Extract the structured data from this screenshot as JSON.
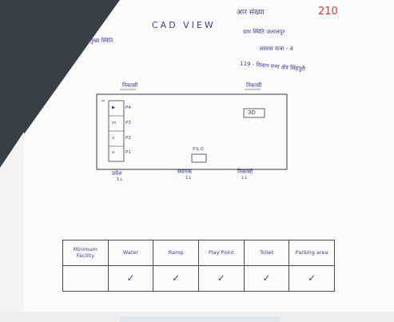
{
  "header": {
    "title": "CAD VIEW",
    "number": "210",
    "line_top_right": "आर संख्या",
    "line_left": "मुख्य स्थिति",
    "line_r1": "ग्राम स्थिति जलालपुर",
    "line_r2": "आवास यात्रा - 4",
    "line_r3": "119 - विधान सभा क्षेत्र सिंहपुरी"
  },
  "diagram": {
    "label_top_left": "निकासी",
    "label_top_right": "निकासी",
    "box_label": "3D",
    "rooms": [
      "P4",
      "P3",
      "P2",
      "P1"
    ],
    "room_marks": [
      "▶",
      "m",
      "v",
      "o"
    ],
    "center_label": "P.S.O",
    "label_bottom_left": "प्रवेश",
    "label_bottom_mid": "स्थानक",
    "label_bottom_right": "निकासी",
    "label_bottom_left_sub": "1↓",
    "label_bottom_mid_sub": "1↓",
    "label_bottom_right_sub": "1↓"
  },
  "table": {
    "headers": [
      "Minimum Facility",
      "Water",
      "Ramp",
      "Play Point",
      "Toilet",
      "Parking area"
    ],
    "values": [
      "",
      "✓",
      "✓",
      "✓",
      "✓",
      "✓"
    ]
  }
}
